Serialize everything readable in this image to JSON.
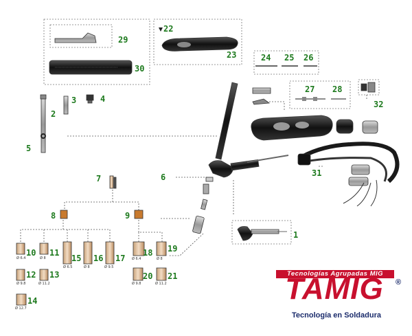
{
  "labels": [
    "1",
    "2",
    "3",
    "4",
    "5",
    "6",
    "7",
    "8",
    "9",
    "10",
    "11",
    "12",
    "13",
    "14",
    "15",
    "16",
    "17",
    "18",
    "19",
    "20",
    "21",
    "22",
    "23",
    "24",
    "25",
    "26",
    "27",
    "28",
    "29",
    "30",
    "31",
    "32"
  ],
  "diameters": {
    "d64a": "Ø 6.4",
    "d8a": "Ø 8",
    "d98a": "Ø 9.8",
    "d112a": "Ø 11.2",
    "d127": "Ø 12.7",
    "d65": "Ø 6.5",
    "d8b": "Ø 8",
    "d95": "Ø 9.5",
    "d64b": "Ø 6.4",
    "d8c": "Ø 8",
    "d98b": "Ø 9.8",
    "d112b": "Ø 11.2"
  },
  "logo": {
    "tagline": "Tecnologías Agrupadas MIG",
    "brand": "TAMIG",
    "registered": "®",
    "subtitle": "Tecnología en Soldadura"
  },
  "colors": {
    "brand_red": "#c8102e",
    "brand_navy": "#1a2b6b",
    "label_green": "#1e7a1e"
  }
}
